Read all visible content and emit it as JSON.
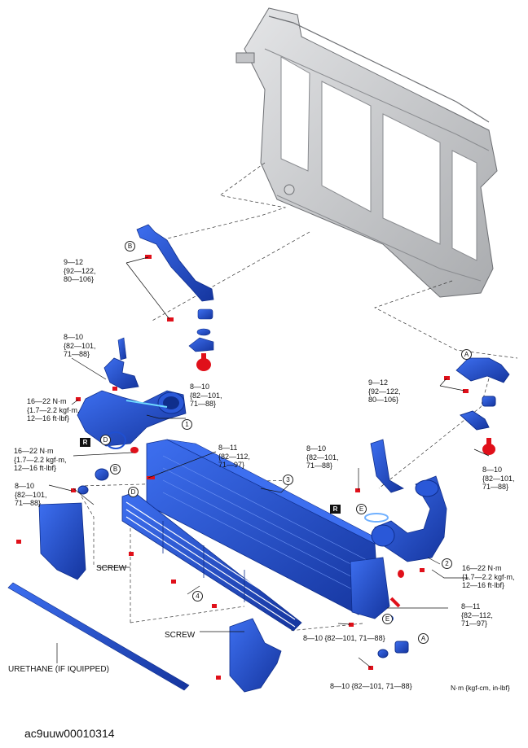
{
  "torque": {
    "t1": "9—12\n{92—122,\n80—106}",
    "t2": "8—10\n{82—101,\n71—88}",
    "t3": "8—10\n{82—101,\n71—88}",
    "t4": "16—22 N·m\n{1.7—2.2 kgf·m,\n12—16 ft·lbf}",
    "t5": "16—22 N·m\n{1.7—2.2 kgf·m,\n12—16 ft·lbf}",
    "t6": "8—10\n{82—101,\n71—88}",
    "t7": "8—11\n{82—112,\n71—97}",
    "t8": "9—12\n{92—122,\n80—106}",
    "t9": "8—10\n{82—101,\n71—88}",
    "t10": "8—10\n{82—101,\n71—88}",
    "t11": "16—22 N·m\n{1.7—2.2 kgf·m,\n12—16 ft·lbf}",
    "t12": "8—11\n{82—112,\n71—97}",
    "t13": "8—10 {82—101, 71—88}",
    "t14": "8—10 {82—101, 71—88}"
  },
  "labels": {
    "screw1": "SCREW",
    "screw2": "SCREW",
    "urethane": "URETHANE (IF IQUIPPED)",
    "units": "N·m {kgf-cm, in-lbf}",
    "figure_id": "ac9uuw00010314"
  },
  "callouts": {
    "A1": "A",
    "A2": "A",
    "B1": "B",
    "B2": "B",
    "D1": "D",
    "D2": "D",
    "E1": "E",
    "E2": "E",
    "R1": "R",
    "R2": "R",
    "n1": "1",
    "n2": "2",
    "n3": "3",
    "n4": "4"
  },
  "colors": {
    "part_blue": "#1f4fd1",
    "part_dark": "#0f2e8c",
    "frame_gray": "#c9cacc",
    "bolt_red": "#e0101a"
  }
}
